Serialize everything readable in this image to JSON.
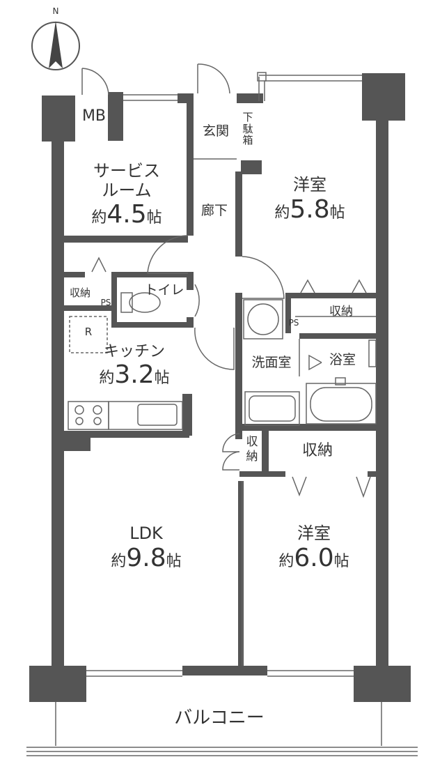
{
  "compass": {
    "north": "N"
  },
  "rooms": {
    "mb": "MB",
    "genkan": "玄関",
    "getabako": "下駄箱",
    "service_room": {
      "line1": "サービス",
      "line2": "ルーム",
      "area_prefix": "約",
      "area_value": "4.5",
      "area_suffix": "帖"
    },
    "rouka": "廊下",
    "western1": {
      "name": "洋室",
      "area_prefix": "約",
      "area_value": "5.8",
      "area_suffix": "帖"
    },
    "storage_small_left": "収納",
    "ps_left": "PS",
    "toilet": "トイレ",
    "storage_w1": "収納",
    "ps_right": "PS",
    "fridge_mark": "R",
    "kitchen": {
      "name": "キッチン",
      "area_prefix": "約",
      "area_value": "3.2",
      "area_suffix": "帖"
    },
    "washroom": "洗面室",
    "bathroom": "浴室",
    "storage_vert": "収納",
    "storage_w2": "収納",
    "ldk": {
      "name": "LDK",
      "area_prefix": "約",
      "area_value": "9.8",
      "area_suffix": "帖"
    },
    "western2": {
      "name": "洋室",
      "area_prefix": "約",
      "area_value": "6.0",
      "area_suffix": "帖"
    },
    "balcony": "バルコニー"
  }
}
